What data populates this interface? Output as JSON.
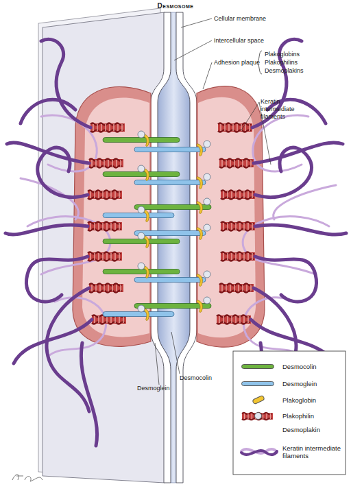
{
  "diagram": {
    "title": "Desmosome",
    "labels": [
      "Cellular membrane",
      "Intercellular space",
      "Adhesion plaque",
      "Plakoglobins",
      "Plakophilins",
      "Desmoplakins",
      "Keratin intermediate filaments",
      "Desmocolin",
      "Desmoglein"
    ],
    "legend": [
      {
        "text": "Desmocolin",
        "color": "#6db33f"
      },
      {
        "text": "Desmoglein",
        "color": "#8fc3ea"
      },
      {
        "text": "Plakoglobin",
        "color": "#f2c531"
      },
      {
        "text": "Plakophilin",
        "color": "#e3e7ef"
      },
      {
        "text": "Desmoplakin"
      },
      {
        "text": "Keratin intermediate filaments"
      }
    ]
  }
}
